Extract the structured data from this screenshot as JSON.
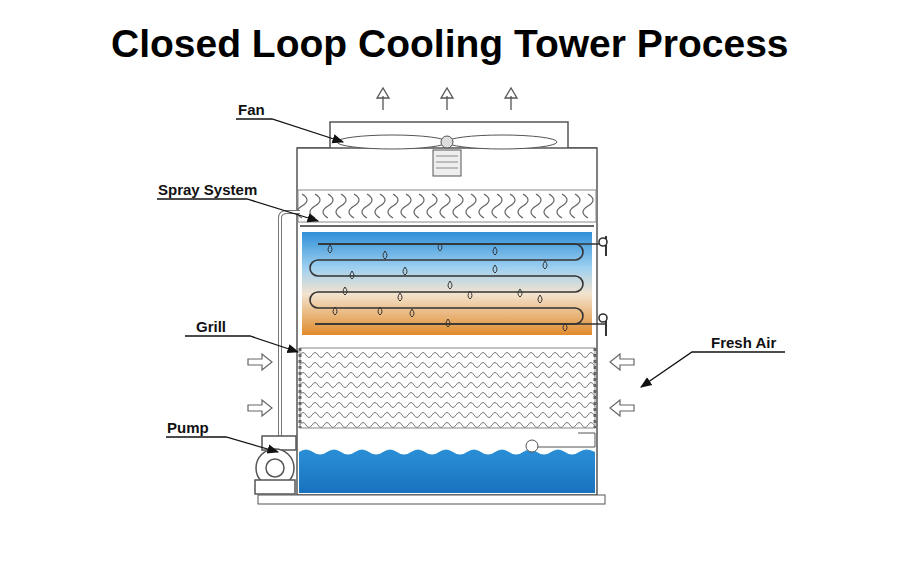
{
  "diagram": {
    "title": "Closed Loop Cooling Tower Process",
    "labels": [
      "Fan",
      "Spray System",
      "Grill",
      "Fresh Air",
      "Pump"
    ]
  }
}
